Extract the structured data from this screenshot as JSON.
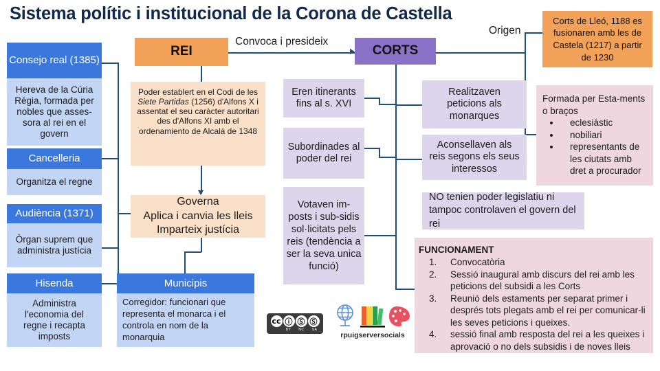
{
  "title": "Sistema polític i institucional de la Corona de Castella",
  "colors": {
    "blue_header": "#3B78DE",
    "blue_body": "#C3D5F4",
    "orange": "#F2A159",
    "orange_light": "#FAE0C8",
    "purple": "#8B72C9",
    "purple_light": "#DCD5EC",
    "pink": "#EFD7E0",
    "connector": "#1F4E79",
    "title_text": "#13294B"
  },
  "left_column": {
    "consejo_real_header": "Consejo real (1385)",
    "consejo_real_body": "Hereva de la Cúria Règia, formada per nobles que asses- sora al rei en el govern",
    "cancelleria_header": "Cancelleria",
    "cancelleria_body": "Organitza el regne",
    "audiencia_header": "Audiència (1371)",
    "audiencia_body": "Òrgan suprem que administra justícia",
    "hisenda_header": "Hisenda",
    "hisenda_body": "Administra l'economia del regne i recapta imposts"
  },
  "king": {
    "title": "REI",
    "power_note_pre": "Poder establert en el Codi de les ",
    "power_note_italic": "Siete Partidas",
    "power_note_post": " (1256) d'Alfons X i assentat el seu caràcter autoritari des d'Alfons XI amb el ordenamiento de Alcalá de 1348",
    "functions": "Governa\nAplica i canvia les lleis\nImparteix justícia",
    "municipis_header": "Municipis",
    "municipis_body": "Corregidor: funcionari que representa el monarca i el controla en nom de la monarquia"
  },
  "connector_labels": {
    "convoca": "Convoca i presideix",
    "origen": "Origen"
  },
  "corts": {
    "title": "CORTS",
    "origen_box": "Corts de Lleó, 1188 es fusionaren amb les de Castela (1217) a partir de 1230",
    "left_notes": [
      "Eren itinerants fins al s. XVI",
      "Subordinades al poder del rei",
      "Votaven im-posts  i sub-sidis sol·licitats pels reis (tendència a ser la seva unica funció)"
    ],
    "right_notes": [
      "Realitzaven peticions als monarques",
      "Aconsellaven als reis segons els seus interessos"
    ],
    "no_power": "NO tenien poder legislatiu ni tampoc controlaven el govern del rei",
    "estaments": {
      "intro": "Formada per Esta-ments o braços",
      "items": [
        "eclesiàstic",
        "nobiliari",
        "representants de les ciutats amb dret a procurador"
      ]
    },
    "funcionament": {
      "heading": "FUNCIONAMENT",
      "steps": [
        "Convocatòria",
        "Sessió inaugural amb discurs del rei amb les peticions del subsidi a les Corts",
        "Reunió dels estaments per separat primer i després tots plegats amb el rei per comunicar-li les seves peticions i queixes.",
        "sessió final amb resposta del rei a les queixes i aprovació o no dels subsidis i de noves lleis"
      ]
    }
  },
  "footer": {
    "cc_letters": [
      "cc",
      "ⓘ",
      "Ⓢ",
      "Ⓢ"
    ],
    "cc_labels": [
      "",
      "BY",
      "NC",
      "SA"
    ],
    "logo_name": "rpuigserversocials"
  }
}
